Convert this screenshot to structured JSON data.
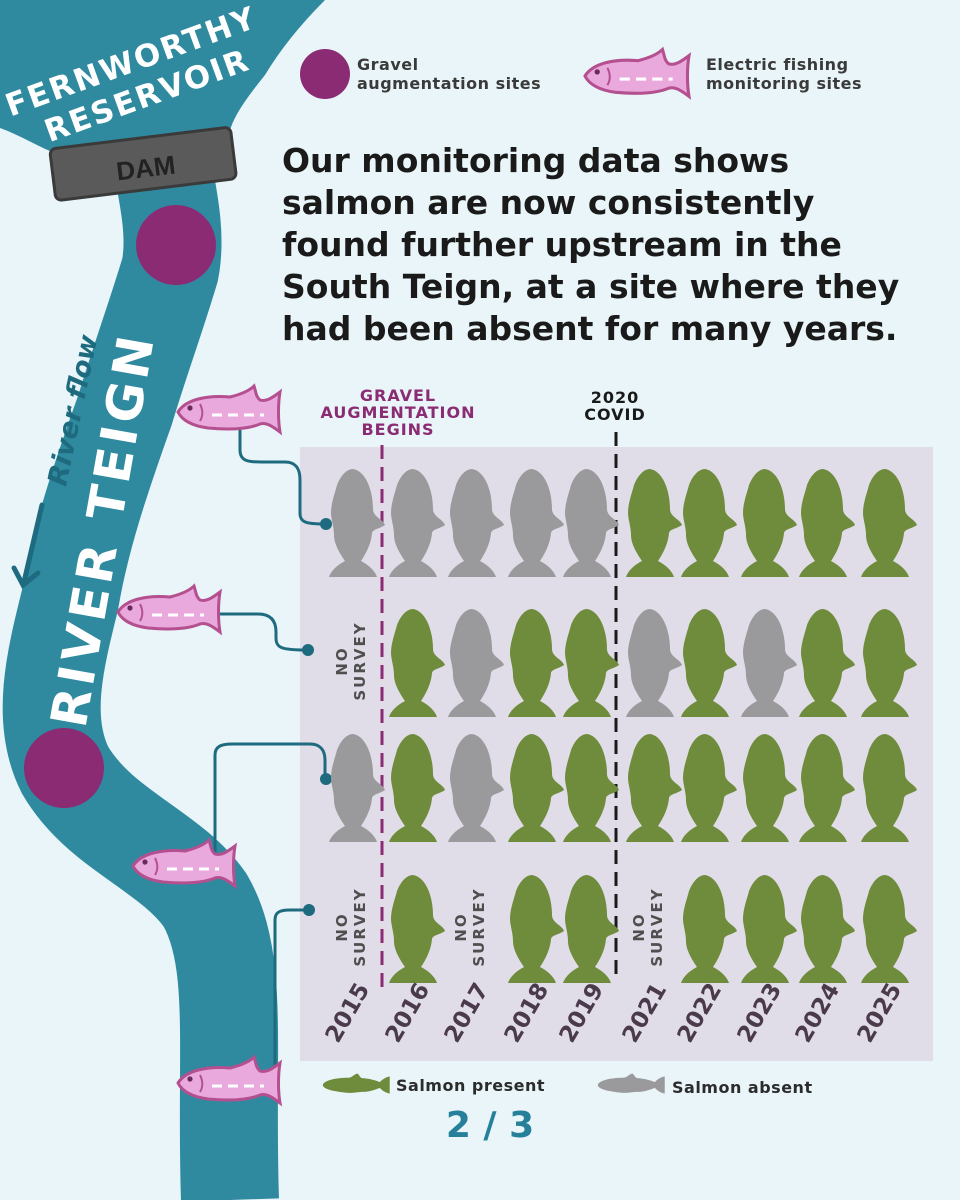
{
  "colors": {
    "river": "#2f8aa0",
    "background": "#e9f5f8",
    "panel": "#e1dde8",
    "gravel": "#8a2b74",
    "present": "#6e8c3c",
    "absent": "#9a9a9c",
    "pink_fish": "#e9a9dd",
    "connector": "#1e6b80"
  },
  "map": {
    "reservoir_line1": "FERNWORTHY",
    "reservoir_line2": "RESERVOIR",
    "dam": "DAM",
    "river_name": "RIVER TEIGN",
    "flow_label": "River flow"
  },
  "legend": {
    "gravel_label": "Gravel\naugmentation sites",
    "fishing_label": "Electric fishing\nmonitoring sites"
  },
  "headline": "Our monitoring data shows\nsalmon are now consistently\nfound further upstream in the\nSouth Teign, at a site where they\nhad been absent for many years.",
  "markers": {
    "gravel": "GRAVEL\nAUGMENTATION\nBEGINS",
    "covid": "2020\nCOVID"
  },
  "chart_data": {
    "type": "table",
    "columns": [
      "2015",
      "2016",
      "2017",
      "2018",
      "2019",
      "2021",
      "2022",
      "2023",
      "2024",
      "2025"
    ],
    "rows": [
      [
        "absent",
        "absent",
        "absent",
        "absent",
        "absent",
        "present",
        "present",
        "present",
        "present",
        "present"
      ],
      [
        "no_survey",
        "present",
        "absent",
        "present",
        "present",
        "absent",
        "present",
        "absent",
        "present",
        "present"
      ],
      [
        "absent",
        "present",
        "absent",
        "present",
        "present",
        "present",
        "present",
        "present",
        "present",
        "present"
      ],
      [
        "no_survey",
        "present",
        "no_survey",
        "present",
        "present",
        "no_survey",
        "present",
        "present",
        "present",
        "present"
      ]
    ],
    "no_survey_label": "NO\nSURVEY",
    "legend": {
      "present": "Salmon present",
      "absent": "Salmon absent"
    }
  },
  "page_indicator": "2 / 3"
}
